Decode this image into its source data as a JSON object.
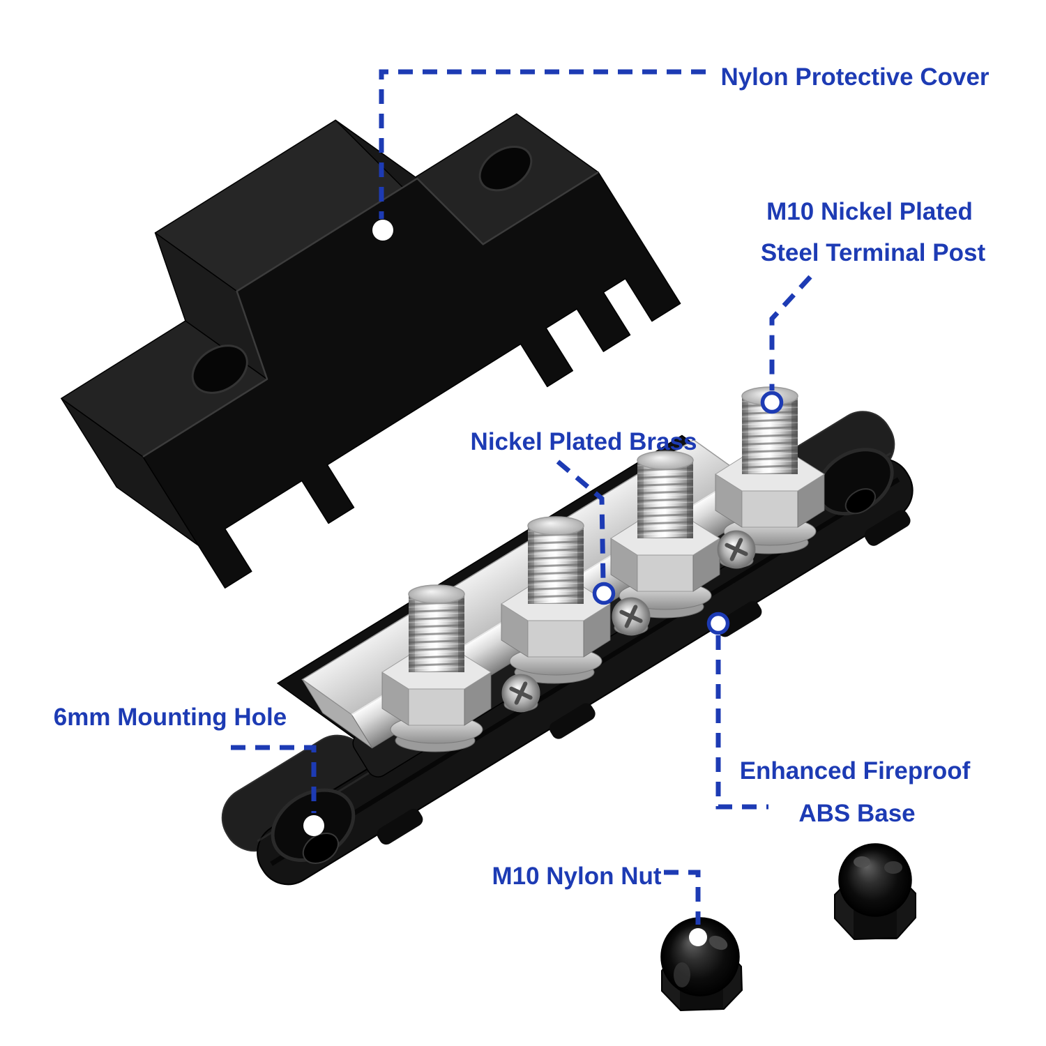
{
  "page": {
    "background": "#ffffff",
    "type": "annotated-product-callout-diagram",
    "product": "4-post power distribution bus bar with protective cover and cap nuts"
  },
  "accent": "#1d3bb4",
  "callouts": {
    "cover": {
      "label": "Nylon Protective Cover"
    },
    "terminal_post": {
      "label_line1": "M10 Nickel Plated",
      "label_line2": "Steel Terminal Post"
    },
    "brass": {
      "label": "Nickel Plated Brass"
    },
    "mounting_hole": {
      "label": "6mm Mounting Hole"
    },
    "abs_base": {
      "label_line1": "Enhanced Fireproof",
      "label_line2": "ABS Base"
    },
    "nylon_nut": {
      "label": "M10 Nylon Nut"
    }
  },
  "illustration": {
    "terminal_post_count": 4,
    "cap_nut_count": 2,
    "mounting_hole_count": 2,
    "colors": {
      "plastic_black": "#141414",
      "nickel_silver": "#d6d6d6",
      "marker_white": "#ffffff"
    }
  }
}
